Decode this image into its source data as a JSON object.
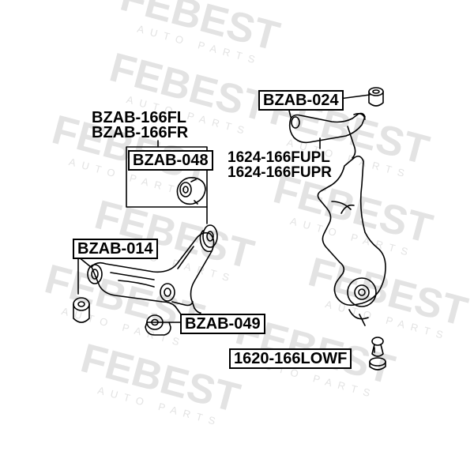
{
  "watermark": {
    "brand": "FEBEST",
    "tagline": "AUTO PARTS"
  },
  "labels": {
    "bzab_166fl": "BZAB-166FL",
    "bzab_166fr": "BZAB-166FR",
    "bzab_048": "BZAB-048",
    "bzab_014": "BZAB-014",
    "bzab_049": "BZAB-049",
    "bzab_024": "BZAB-024",
    "upper_l": "1624-166FUPL",
    "upper_r": "1624-166FUPR",
    "ball_joint": "1620-166LOWF"
  },
  "colors": {
    "ink": "#000000",
    "watermark": "#e3e3e3",
    "background": "#ffffff"
  }
}
